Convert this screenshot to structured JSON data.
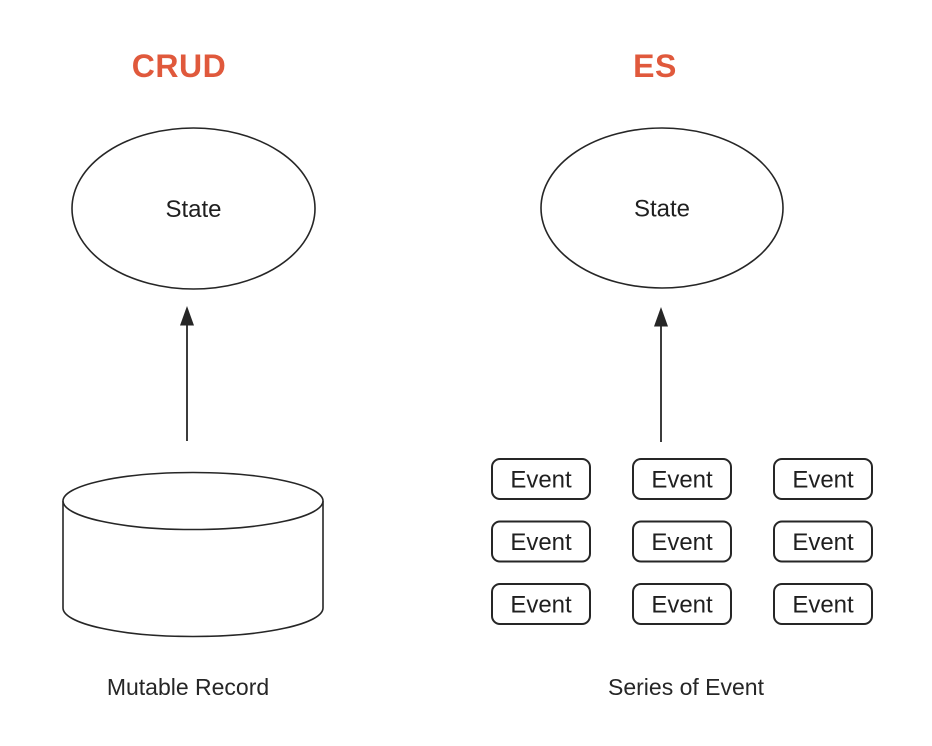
{
  "colors": {
    "accent": "#E0593C",
    "stroke": "#262626",
    "text": "#1F1F1F",
    "background": "#FFFFFF"
  },
  "crud": {
    "title": "CRUD",
    "state_label": "State",
    "store_label": "Mutable Record"
  },
  "es": {
    "title": "ES",
    "state_label": "State",
    "events": [
      "Event",
      "Event",
      "Event",
      "Event",
      "Event",
      "Event",
      "Event",
      "Event",
      "Event"
    ],
    "store_label": "Series of Event"
  }
}
